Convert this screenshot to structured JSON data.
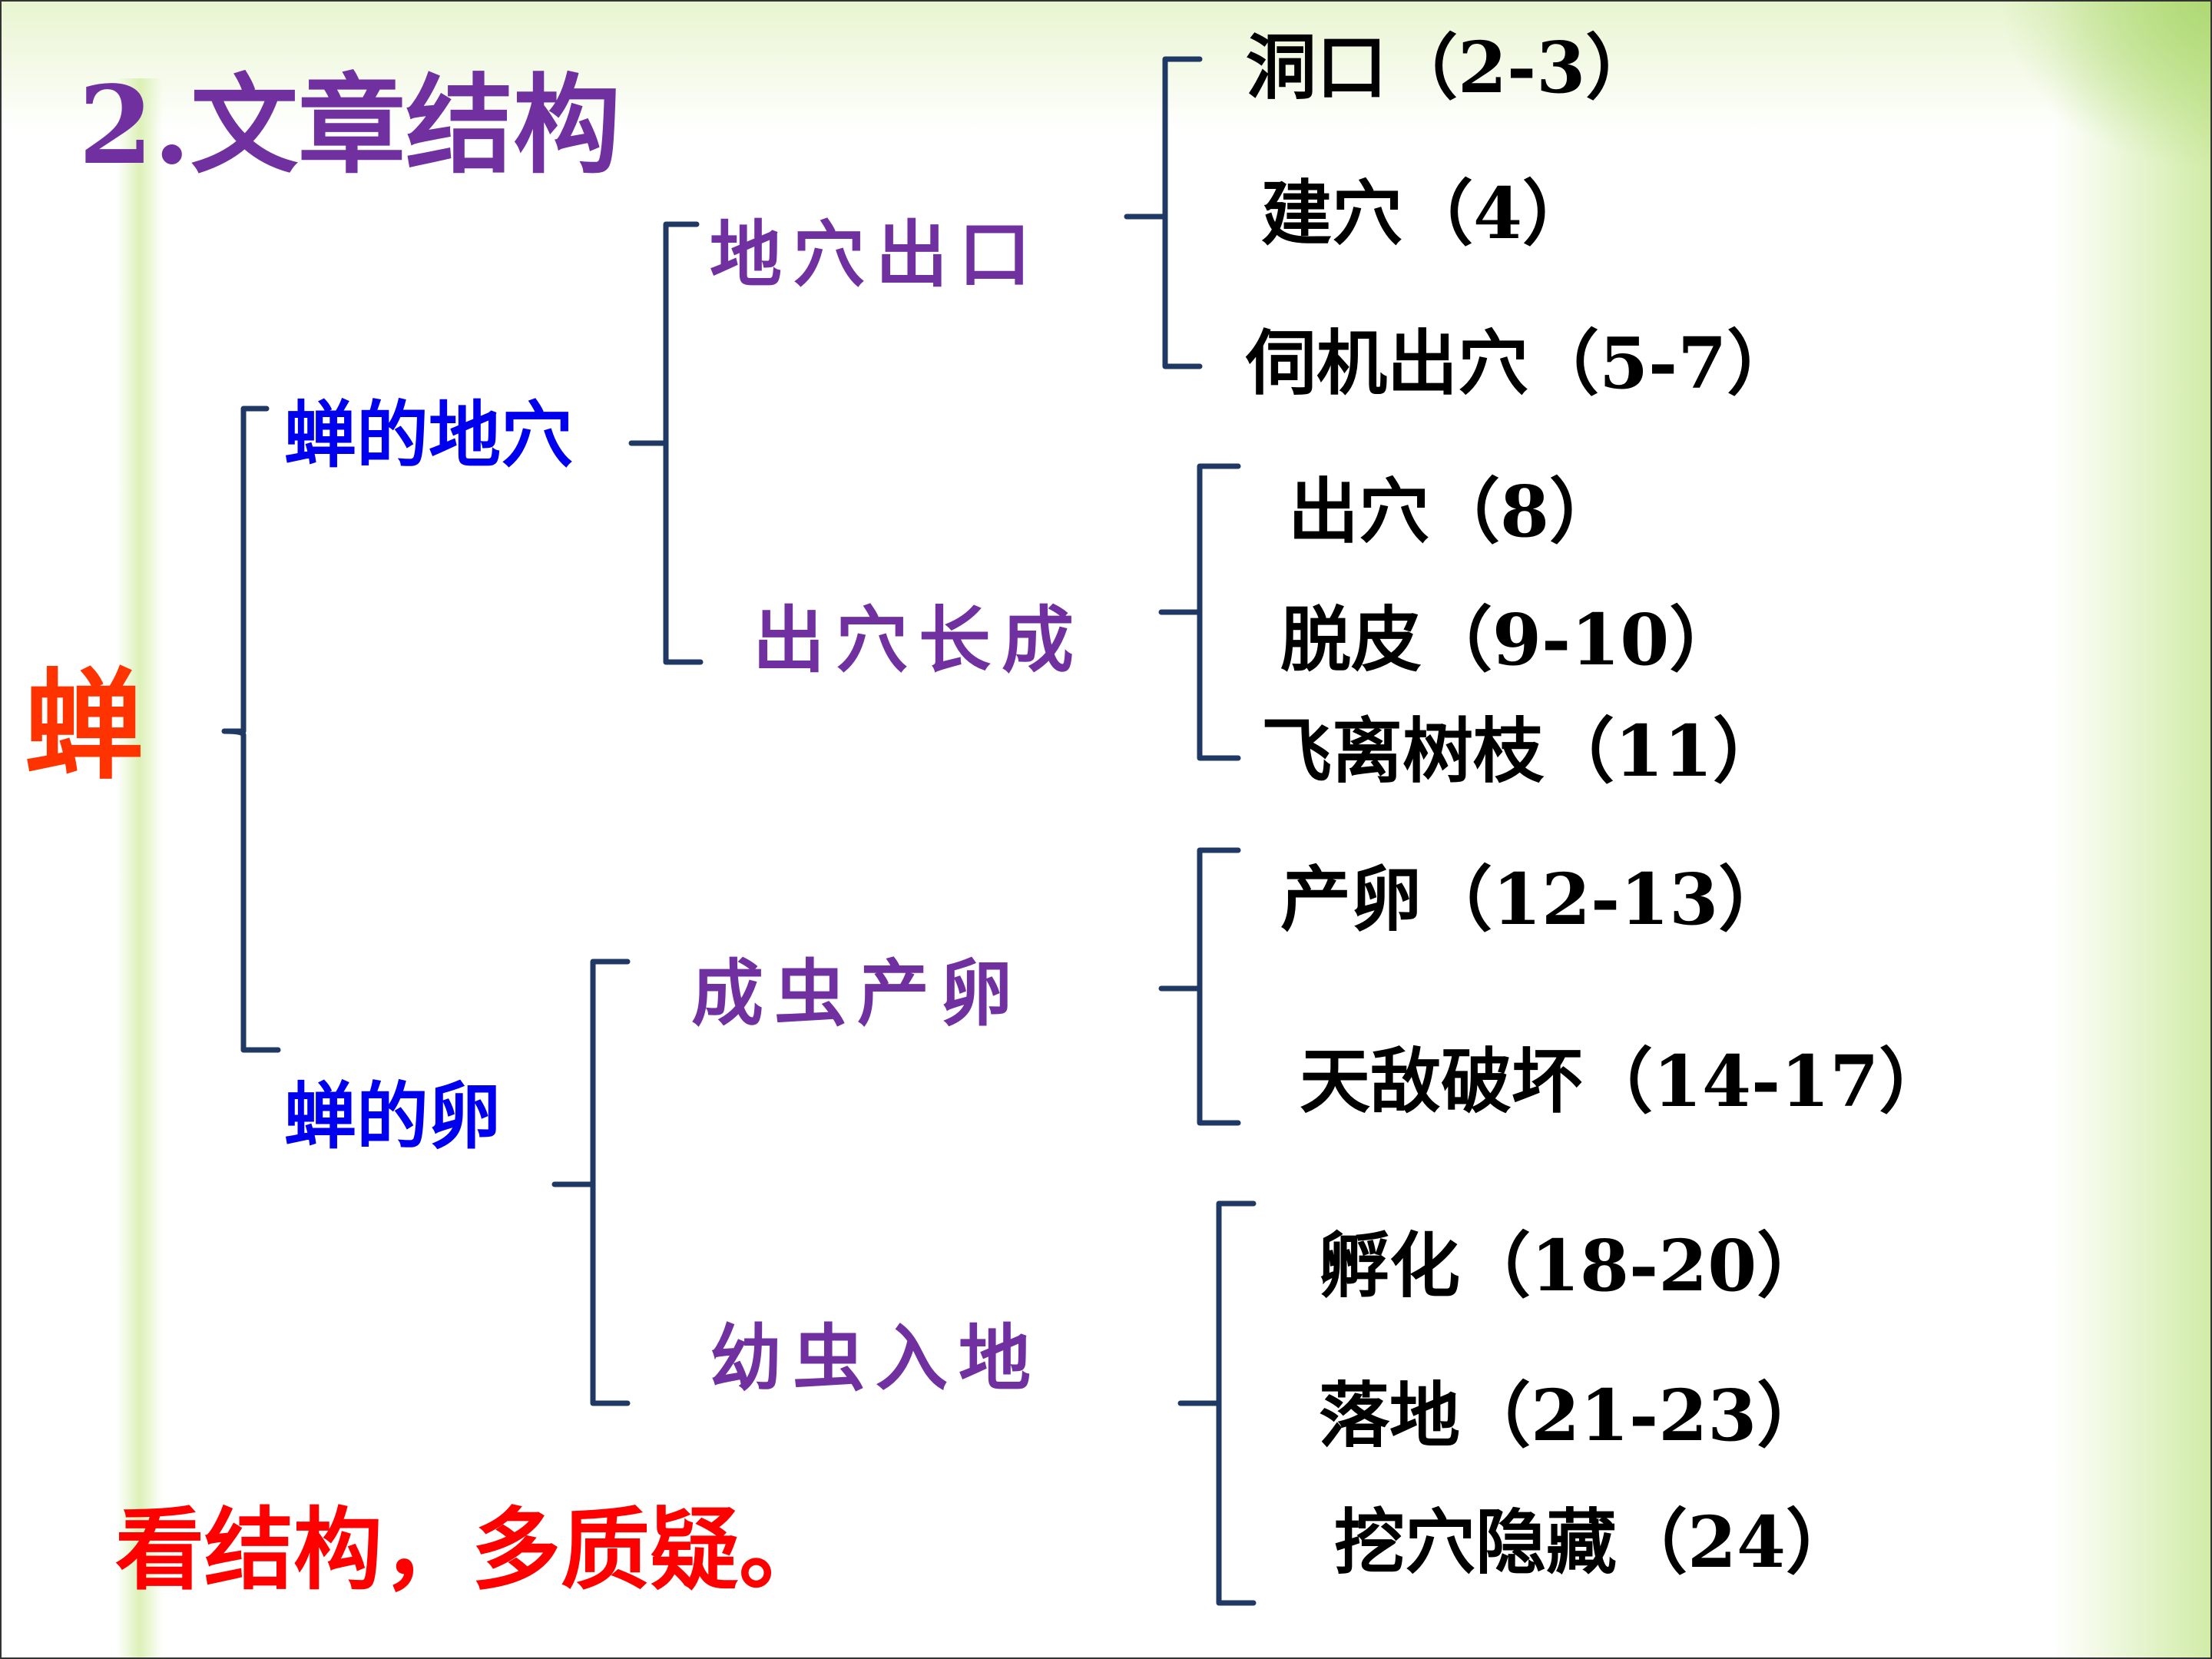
{
  "title": "2.文章结构",
  "root": "蝉",
  "branches": [
    {
      "label": "蝉的地穴",
      "children": [
        {
          "label": "地穴出口",
          "leaves": [
            "洞口（2-3）",
            "建穴（4）",
            "伺机出穴（5-7）"
          ]
        },
        {
          "label": "出穴长成",
          "leaves": [
            "出穴（8）",
            "脱皮（9-10）",
            "飞离树枝（11）"
          ]
        }
      ]
    },
    {
      "label": "蝉的卵",
      "children": [
        {
          "label": "成虫产卵",
          "leaves": [
            "产卵（12-13）",
            "天敌破坏（14-17）"
          ]
        },
        {
          "label": "幼虫入地",
          "leaves": [
            "孵化（18-20）",
            "落地（21-23）",
            "挖穴隐藏（24）"
          ]
        }
      ]
    }
  ],
  "slogan": "看结构，多质疑。",
  "colors": {
    "title": "#7030a0",
    "root": "#ff3300",
    "level1": "#0000ee",
    "level2": "#7030a0",
    "leaf": "#000000",
    "brace": "#1f3864",
    "slogan": "#ff0000"
  }
}
